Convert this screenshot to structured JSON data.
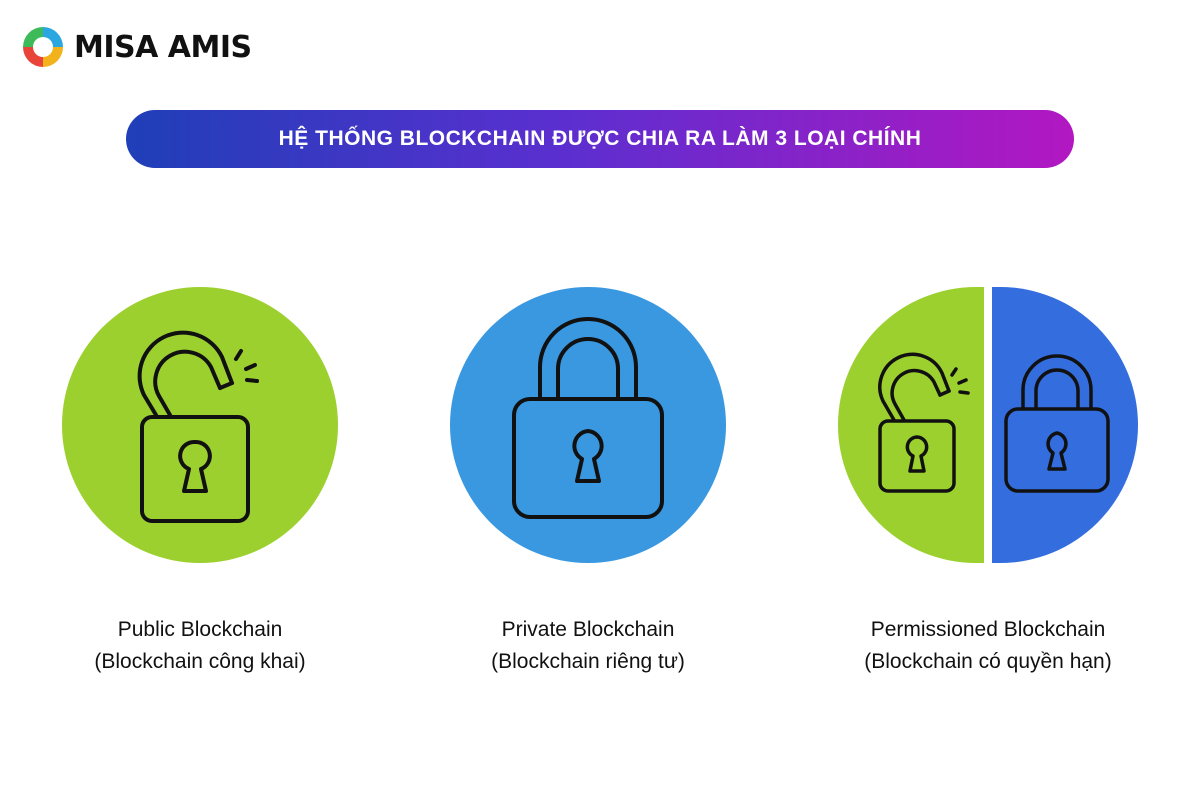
{
  "brand": {
    "name": "MISA AMIS",
    "logo_icon": "misa-logo-icon"
  },
  "banner": {
    "title": "HỆ THỐNG BLOCKCHAIN ĐƯỢC CHIA RA LÀM 3 LOẠI CHÍNH"
  },
  "colors": {
    "green": "#9cd02f",
    "blue": "#3a98e0",
    "dark_blue": "#346dde",
    "outline": "#111111"
  },
  "types": [
    {
      "icon": "unlocked-padlock-icon",
      "line1": "Public Blockchain",
      "line2": "(Blockchain công khai)"
    },
    {
      "icon": "locked-padlock-icon",
      "line1": "Private Blockchain",
      "line2": "(Blockchain riêng tư)"
    },
    {
      "icon": "half-locked-padlock-icon",
      "line1": "Permissioned Blockchain",
      "line2": "(Blockchain có quyền hạn)"
    }
  ]
}
